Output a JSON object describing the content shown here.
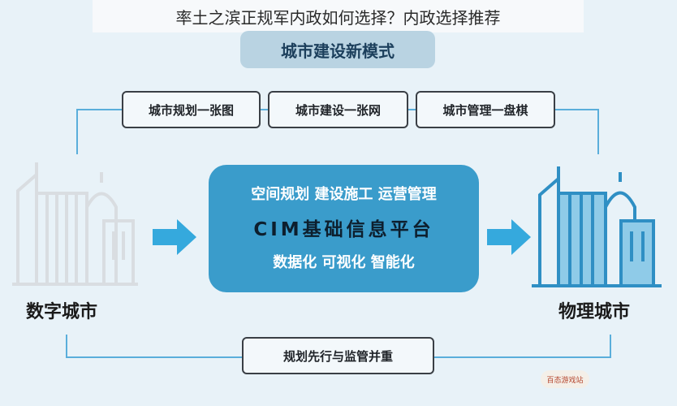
{
  "caption": "率土之滨正规军内政如何选择？内政选择推荐",
  "banner": "城市建设新模式",
  "top_boxes": [
    "城市规划一张图",
    "城市建设一张网",
    "城市管理一盘棋"
  ],
  "center": {
    "line1": "空间规划 建设施工 运营管理",
    "line2": "CIM基础信息平台",
    "line3": "数据化 可视化 智能化"
  },
  "left_label": "数字城市",
  "right_label": "物理城市",
  "bottom_box": "规划先行与监管并重",
  "watermark": "百态游戏站",
  "colors": {
    "accent": "#3a9ccb",
    "arrow": "#35a9dd",
    "line": "#5aaedb",
    "building_left": "#d9dde1",
    "building_right": "#2f8fc4"
  }
}
